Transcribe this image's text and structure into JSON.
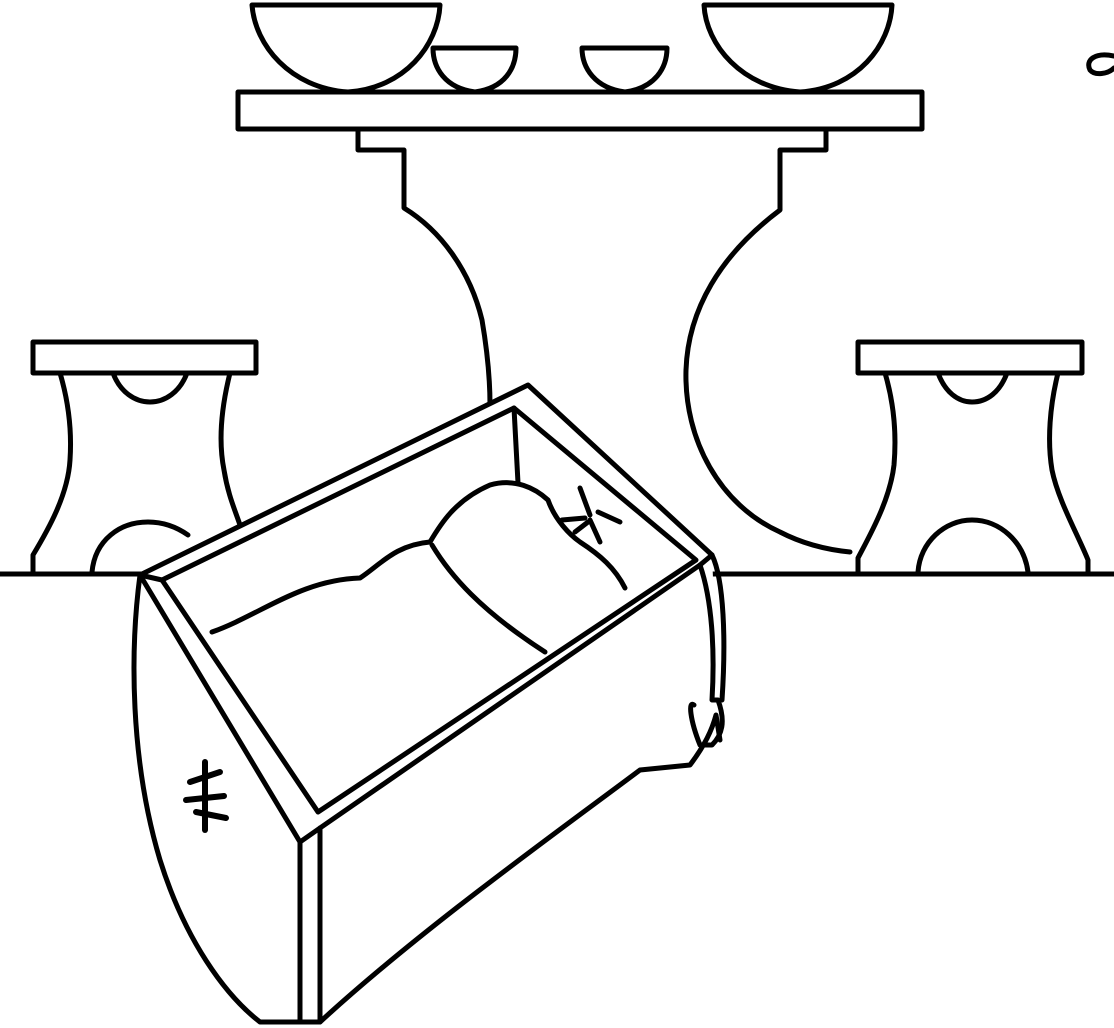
{
  "illustration": {
    "style": "black-and-white line drawing",
    "ink_color": "#000000",
    "paper_color": "#ffffff",
    "objects": [
      "large-bowl",
      "small-cup",
      "small-cup",
      "large-bowl",
      "table",
      "stool",
      "stool",
      "open-box",
      "floor-line",
      "sparkle-mark",
      "star-mark"
    ]
  }
}
